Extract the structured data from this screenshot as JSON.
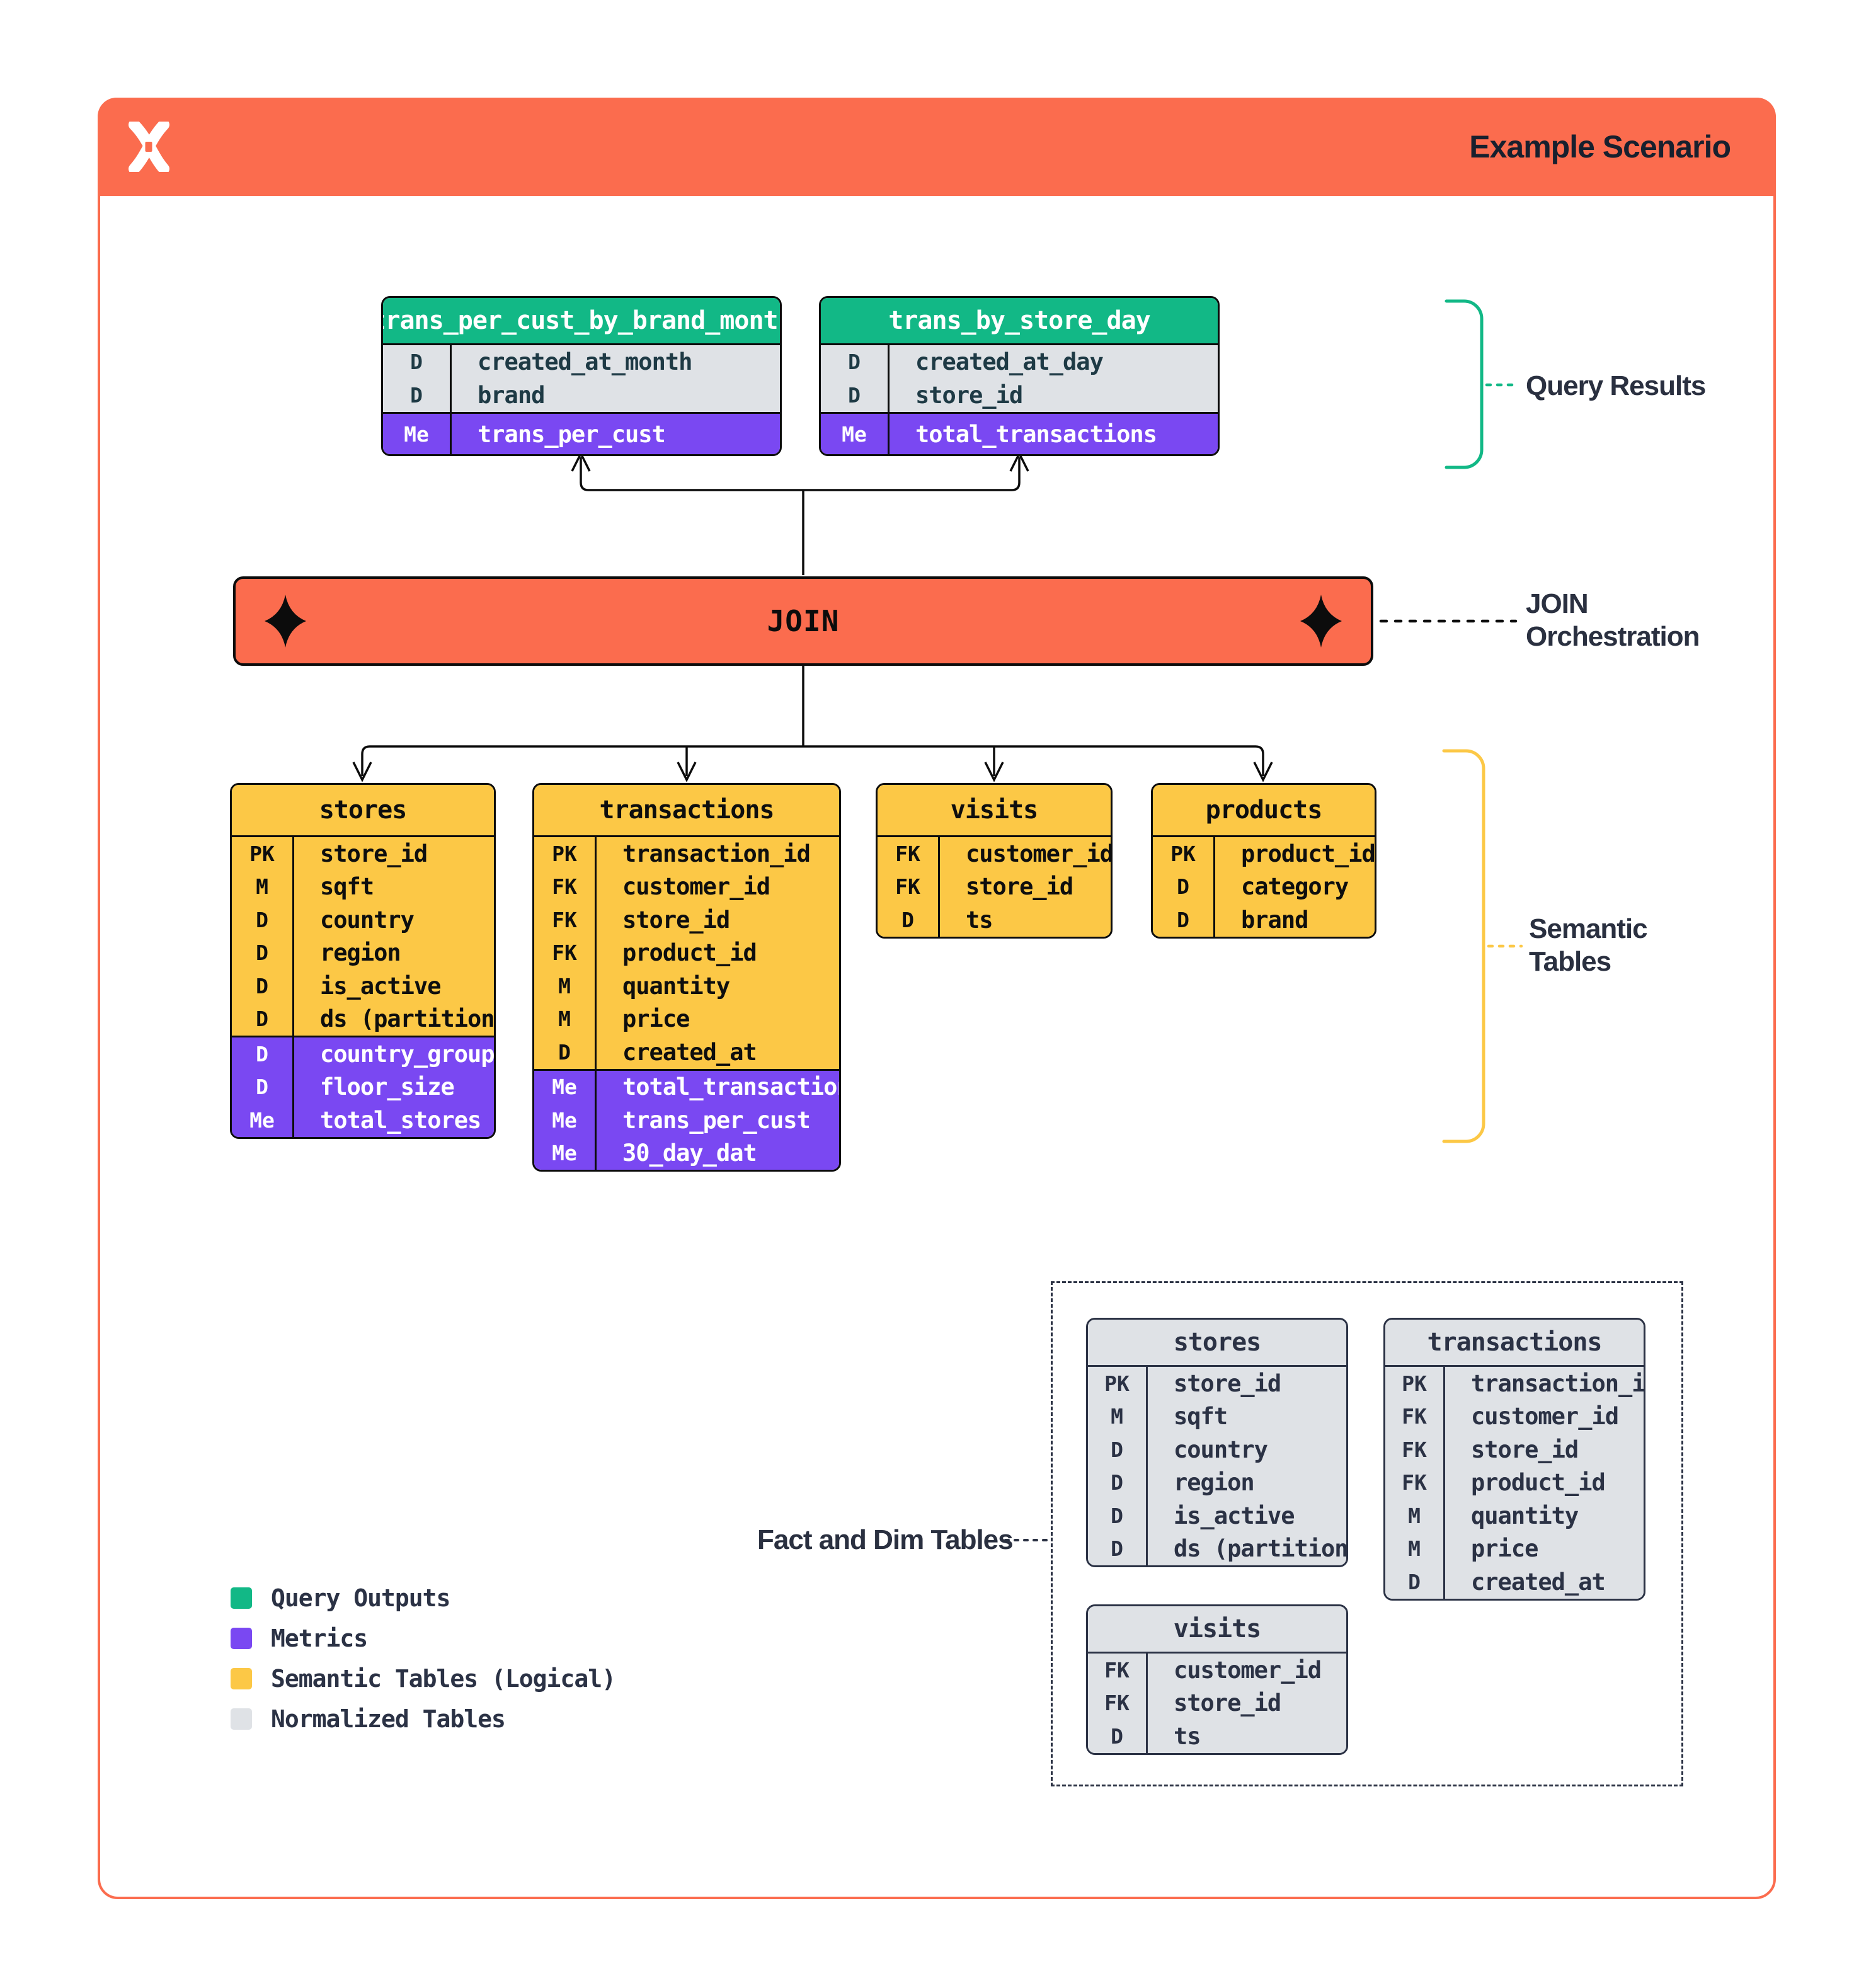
{
  "header": {
    "title": "Example Scenario",
    "logo": "x-mark-logo"
  },
  "join": {
    "label": "JOIN"
  },
  "annotations": {
    "query_results": {
      "text": "Query Results",
      "color": "#12B886"
    },
    "join_orchestration": {
      "text": "JOIN\nOrchestration",
      "color": "#0c0c0c"
    },
    "semantic_tables": {
      "text": "Semantic\nTables",
      "color": "#FCC846"
    },
    "fact_dim": {
      "text": "Fact and Dim Tables",
      "color": "#2A3143"
    }
  },
  "colors": {
    "orange": "#FB6C4E",
    "green": "#12B886",
    "purple": "#7A48F2",
    "yellow": "#FCC846",
    "gray": "#DFE2E6",
    "ink": "#0c0c0c",
    "navy": "#2B3245"
  },
  "legend": {
    "items": [
      {
        "label": "Query Outputs",
        "color": "#12B886"
      },
      {
        "label": "Metrics",
        "color": "#7A48F2"
      },
      {
        "label": "Semantic Tables (Logical)",
        "color": "#FCC846"
      },
      {
        "label": "Normalized Tables",
        "color": "#DFE2E6"
      }
    ]
  },
  "tables": {
    "query_results": [
      {
        "title": "trans_per_cust_by_brand_month",
        "variant": "green",
        "rows": [
          {
            "tag": "D",
            "label": "created_at_month",
            "metric": false
          },
          {
            "tag": "D",
            "label": "brand",
            "metric": false
          },
          {
            "tag": "Me",
            "label": "trans_per_cust",
            "metric": true
          }
        ]
      },
      {
        "title": "trans_by_store_day",
        "variant": "green",
        "rows": [
          {
            "tag": "D",
            "label": "created_at_day",
            "metric": false
          },
          {
            "tag": "D",
            "label": "store_id",
            "metric": false
          },
          {
            "tag": "Me",
            "label": "total_transactions",
            "metric": true
          }
        ]
      }
    ],
    "semantic": [
      {
        "title": "stores",
        "variant": "yellow",
        "rows": [
          {
            "tag": "PK",
            "label": "store_id",
            "metric": false
          },
          {
            "tag": "M",
            "label": "sqft",
            "metric": false
          },
          {
            "tag": "D",
            "label": "country",
            "metric": false
          },
          {
            "tag": "D",
            "label": "region",
            "metric": false
          },
          {
            "tag": "D",
            "label": "is_active",
            "metric": false
          },
          {
            "tag": "D",
            "label": "ds (partition)",
            "metric": false
          },
          {
            "tag": "D",
            "label": "country_group",
            "metric": true
          },
          {
            "tag": "D",
            "label": "floor_size",
            "metric": true
          },
          {
            "tag": "Me",
            "label": "total_stores",
            "metric": true
          }
        ]
      },
      {
        "title": "transactions",
        "variant": "yellow",
        "rows": [
          {
            "tag": "PK",
            "label": "transaction_id",
            "metric": false
          },
          {
            "tag": "FK",
            "label": "customer_id",
            "metric": false
          },
          {
            "tag": "FK",
            "label": "store_id",
            "metric": false
          },
          {
            "tag": "FK",
            "label": "product_id",
            "metric": false
          },
          {
            "tag": "M",
            "label": "quantity",
            "metric": false
          },
          {
            "tag": "M",
            "label": "price",
            "metric": false
          },
          {
            "tag": "D",
            "label": "created_at",
            "metric": false
          },
          {
            "tag": "Me",
            "label": "total_transactions",
            "metric": true
          },
          {
            "tag": "Me",
            "label": "trans_per_cust",
            "metric": true
          },
          {
            "tag": "Me",
            "label": "30_day_dat",
            "metric": true
          }
        ]
      },
      {
        "title": "visits",
        "variant": "yellow",
        "rows": [
          {
            "tag": "FK",
            "label": "customer_id",
            "metric": false
          },
          {
            "tag": "FK",
            "label": "store_id",
            "metric": false
          },
          {
            "tag": "D",
            "label": "ts",
            "metric": false
          }
        ]
      },
      {
        "title": "products",
        "variant": "yellow",
        "rows": [
          {
            "tag": "PK",
            "label": "product_id",
            "metric": false
          },
          {
            "tag": "D",
            "label": "category",
            "metric": false
          },
          {
            "tag": "D",
            "label": "brand",
            "metric": false
          }
        ]
      }
    ],
    "normalized": [
      {
        "title": "stores",
        "variant": "gray",
        "rows": [
          {
            "tag": "PK",
            "label": "store_id",
            "metric": false
          },
          {
            "tag": "M",
            "label": "sqft",
            "metric": false
          },
          {
            "tag": "D",
            "label": "country",
            "metric": false
          },
          {
            "tag": "D",
            "label": "region",
            "metric": false
          },
          {
            "tag": "D",
            "label": "is_active",
            "metric": false
          },
          {
            "tag": "D",
            "label": "ds (partition)",
            "metric": false
          }
        ]
      },
      {
        "title": "transactions",
        "variant": "gray",
        "rows": [
          {
            "tag": "PK",
            "label": "transaction_id",
            "metric": false
          },
          {
            "tag": "FK",
            "label": "customer_id",
            "metric": false
          },
          {
            "tag": "FK",
            "label": "store_id",
            "metric": false
          },
          {
            "tag": "FK",
            "label": "product_id",
            "metric": false
          },
          {
            "tag": "M",
            "label": "quantity",
            "metric": false
          },
          {
            "tag": "M",
            "label": "price",
            "metric": false
          },
          {
            "tag": "D",
            "label": "created_at",
            "metric": false
          }
        ]
      },
      {
        "title": "visits",
        "variant": "gray",
        "rows": [
          {
            "tag": "FK",
            "label": "customer_id",
            "metric": false
          },
          {
            "tag": "FK",
            "label": "store_id",
            "metric": false
          },
          {
            "tag": "D",
            "label": "ts",
            "metric": false
          }
        ]
      }
    ]
  }
}
